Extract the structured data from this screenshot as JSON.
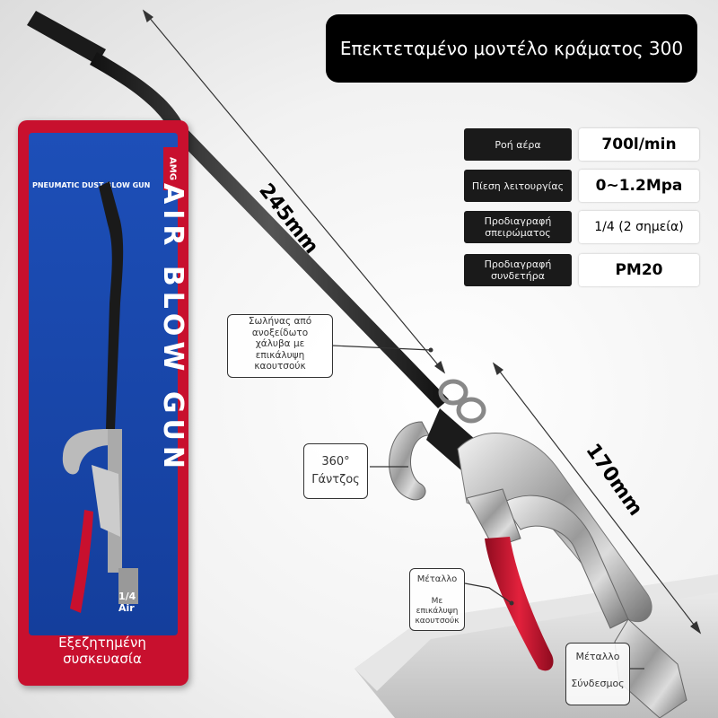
{
  "title": "Επεκτεταμένο μοντέλο κράματος 300",
  "specs": [
    {
      "key": "Ροή αέρα",
      "value": "700l/min"
    },
    {
      "key": "Πίεση λειτουργίας",
      "value": "0~1.2Mpa"
    },
    {
      "key": "Προδιαγραφή σπειρώματος",
      "value": "1/4 (2 σημεία)"
    },
    {
      "key": "Προδιαγραφή συνδετήρα",
      "value": "PM20"
    }
  ],
  "dimensions": {
    "length_nozzle": "245mm",
    "length_body": "170mm"
  },
  "callouts": {
    "tube_line1": "Σωλήνας από",
    "tube_line2": "ανοξείδωτο",
    "tube_line3": "χάλυβα με",
    "tube_line4": "επικάλυψη",
    "tube_line5": "καουτσούκ",
    "hook_line1": "360°",
    "hook_line2": "Γάντζος",
    "trigger_line1": "Μέταλλο",
    "trigger_line2": "Με",
    "trigger_line3": "επικάλυψη",
    "trigger_line4": "καουτσούκ",
    "connector_line1": "Μέταλλο",
    "connector_line2": "Σύνδεσμος"
  },
  "package": {
    "brand": "AMG",
    "header": "PNEUMATIC DUST BLOW GUN",
    "vertical": "AIR BLOW GUN",
    "bottom_tag_1": "1/4",
    "bottom_tag_2": "Air",
    "footer_line1": "Εξεζητημένη",
    "footer_line2": "συσκευασία"
  },
  "colors": {
    "banner": "#000000",
    "trigger": "#c8102e",
    "package_blue": "#1d4fb8",
    "package_red": "#c8102e"
  }
}
